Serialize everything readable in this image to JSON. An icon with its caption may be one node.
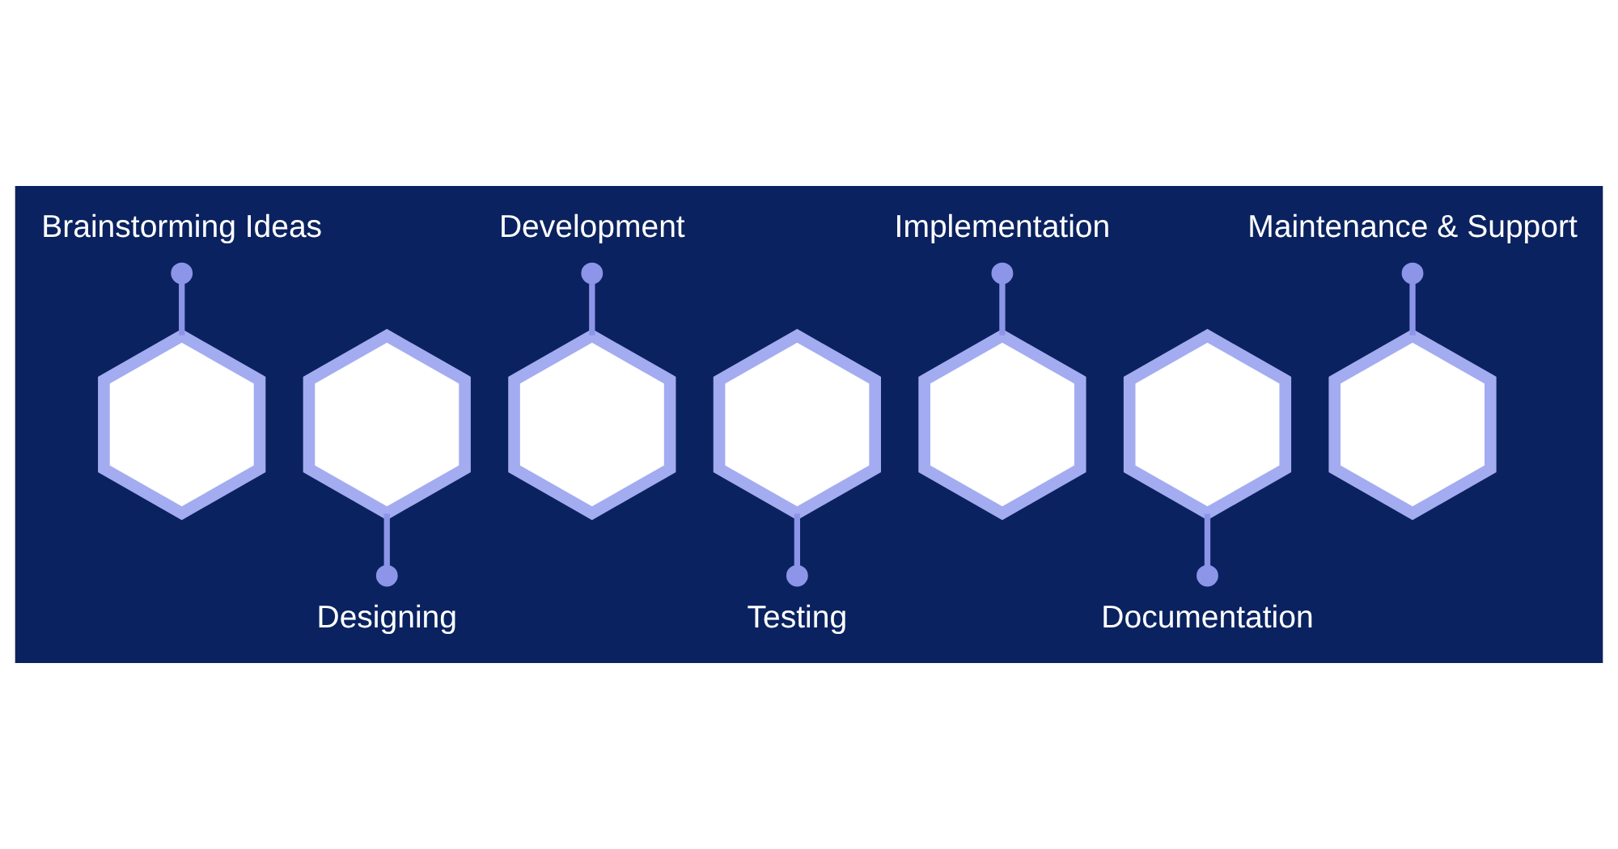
{
  "diagram": {
    "nodes": [
      {
        "text": [
          "Brainstorming Ideas"
        ]
      },
      {
        "text": [],
        "shape": "hexagon"
      },
      {
        "text": [],
        "shape": "hexagon"
      },
      {
        "text": [
          "Designing"
        ]
      },
      {
        "text": [
          "Development"
        ]
      },
      {
        "text": [],
        "shape": "hexagon"
      },
      {
        "text": [],
        "shape": "hexagon"
      },
      {
        "text": [
          "Testing"
        ]
      },
      {
        "text": [
          "Implementation"
        ]
      },
      {
        "text": [],
        "shape": "hexagon"
      },
      {
        "text": [],
        "shape": "hexagon"
      },
      {
        "text": [
          "Documentation"
        ]
      },
      {
        "text": [
          "Maintenance & Support"
        ]
      },
      {
        "text": [],
        "shape": "hexagon"
      }
    ],
    "edges": [
      {
        "from": 0,
        "to": 1,
        "arrow": "other"
      },
      {
        "from": 2,
        "to": 3,
        "arrow": "other"
      },
      {
        "from": 4,
        "to": 5,
        "arrow": "other"
      },
      {
        "from": 6,
        "to": 7,
        "arrow": "other"
      },
      {
        "from": 8,
        "to": 9,
        "arrow": "other"
      },
      {
        "from": 10,
        "to": 11,
        "arrow": "other"
      },
      {
        "from": 12,
        "to": 13,
        "arrow": "other"
      }
    ]
  }
}
